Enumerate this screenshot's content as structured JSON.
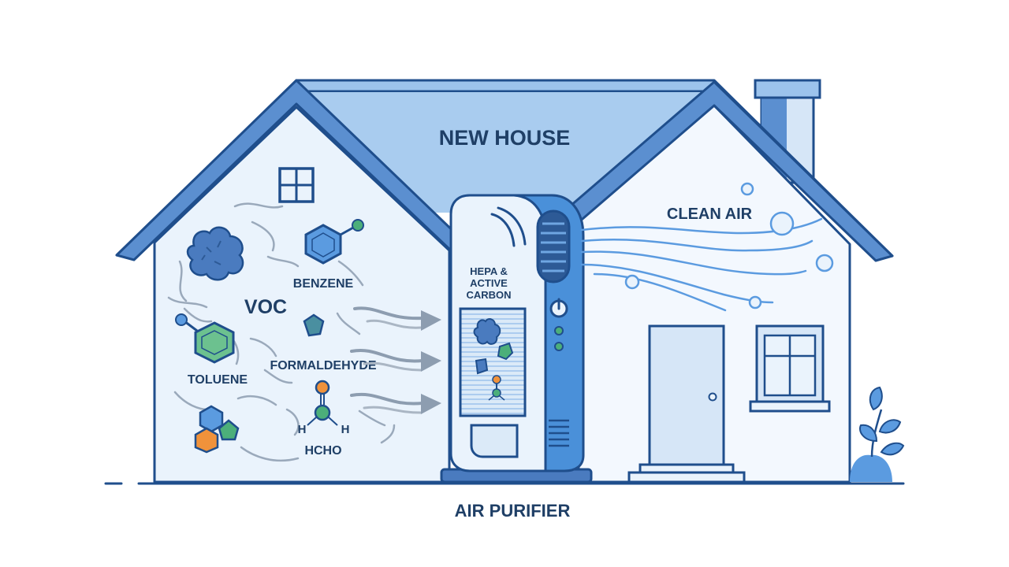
{
  "labels": {
    "house_title": "NEW HOUSE",
    "clean_air": "CLEAN AIR",
    "purifier": "AIR PURIFIER",
    "filter_line1": "HEPA &",
    "filter_line2": "ACTIVE",
    "filter_line3": "CARBON"
  },
  "pollutants": {
    "benzene": "BENZENE",
    "voc": "VOC",
    "toluene": "TOLUENE",
    "formaldehyde": "FORMALDEHYDE",
    "hcho": "HCHO",
    "atom_h_left": "H",
    "atom_h_right": "H"
  },
  "colors": {
    "outline": "#1f4e8c",
    "roof": "#9cc3ec",
    "wall": "#eaf3fc",
    "accent_blue": "#4a90d9",
    "green": "#4caf7a",
    "orange": "#f0923b",
    "text": "#1f3f66"
  },
  "icons": [
    "window-icon",
    "benzene-ring-icon",
    "dust-particle-icon",
    "molecule-icon",
    "power-icon",
    "plant-icon",
    "bubble-icon",
    "arrow-icon"
  ]
}
